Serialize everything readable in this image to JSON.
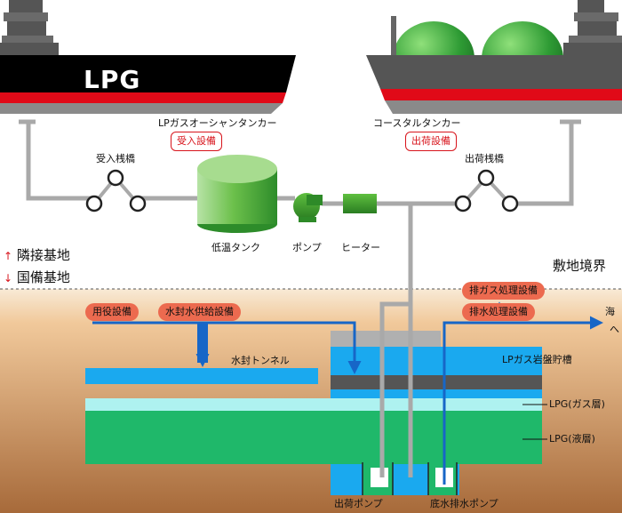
{
  "ships": {
    "left_ship_brand": "LPG",
    "left_ship_caption": "LPガスオーシャンタンカー",
    "right_ship_caption": "コースタルタンカー"
  },
  "facilities": {
    "receiving": "受入設備",
    "shipping": "出荷設備",
    "receiving_jetty": "受入桟橋",
    "shipping_jetty": "出荷桟橋",
    "low_temp_tank": "低温タンク",
    "pump": "ポンプ",
    "heater": "ヒーター"
  },
  "boundary": {
    "up_arrow": "↑",
    "neighbor_base": "隣接基地",
    "down_arrow": "↓",
    "national_base": "国備基地",
    "site_boundary": "敷地境界"
  },
  "underground": {
    "utility": "用役設備",
    "water_seal_supply": "水封水供給設備",
    "water_seal_tunnel": "水封トンネル",
    "exhaust_gas": "排ガス処理設備",
    "drain_water": "排水処理設備",
    "to_sea_line1": "海",
    "to_sea_line2": "へ",
    "rock_storage": "LPガス岩盤貯槽",
    "lpg_gas": "LPG(ガス層)",
    "lpg_liquid": "LPG(液層)",
    "shipping_pump": "出荷ポンプ",
    "bottom_drain_pump": "底水排水ポンプ"
  },
  "colors": {
    "ground": "#f0c89a",
    "pipe": "#a9a9a9",
    "water_flow": "#1766c7",
    "water_seal": "#1aa9ef",
    "lpg_gas_layer": "#aef2f0",
    "lpg_liquid_layer": "#1fb86a",
    "accent_red": "#d8141c",
    "pill": "#ec6a4f"
  }
}
